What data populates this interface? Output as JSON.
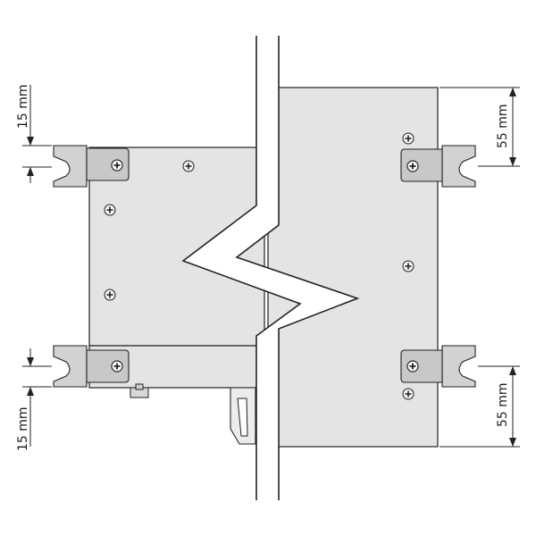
{
  "dimensions": {
    "left_top": "15 mm",
    "left_bottom": "15 mm",
    "right_top": "55 mm",
    "right_bottom": "55 mm"
  },
  "colors": {
    "panel_fill": "#e4e4e4",
    "bracket_fill": "#d2d2d2",
    "screw_fill": "#8a8a8a",
    "line": "#222222",
    "background": "#ffffff"
  },
  "icons": {
    "bracket": "mounting-bracket-icon",
    "screw": "screw-icon",
    "screw_plain": "phillips-screw-icon"
  }
}
